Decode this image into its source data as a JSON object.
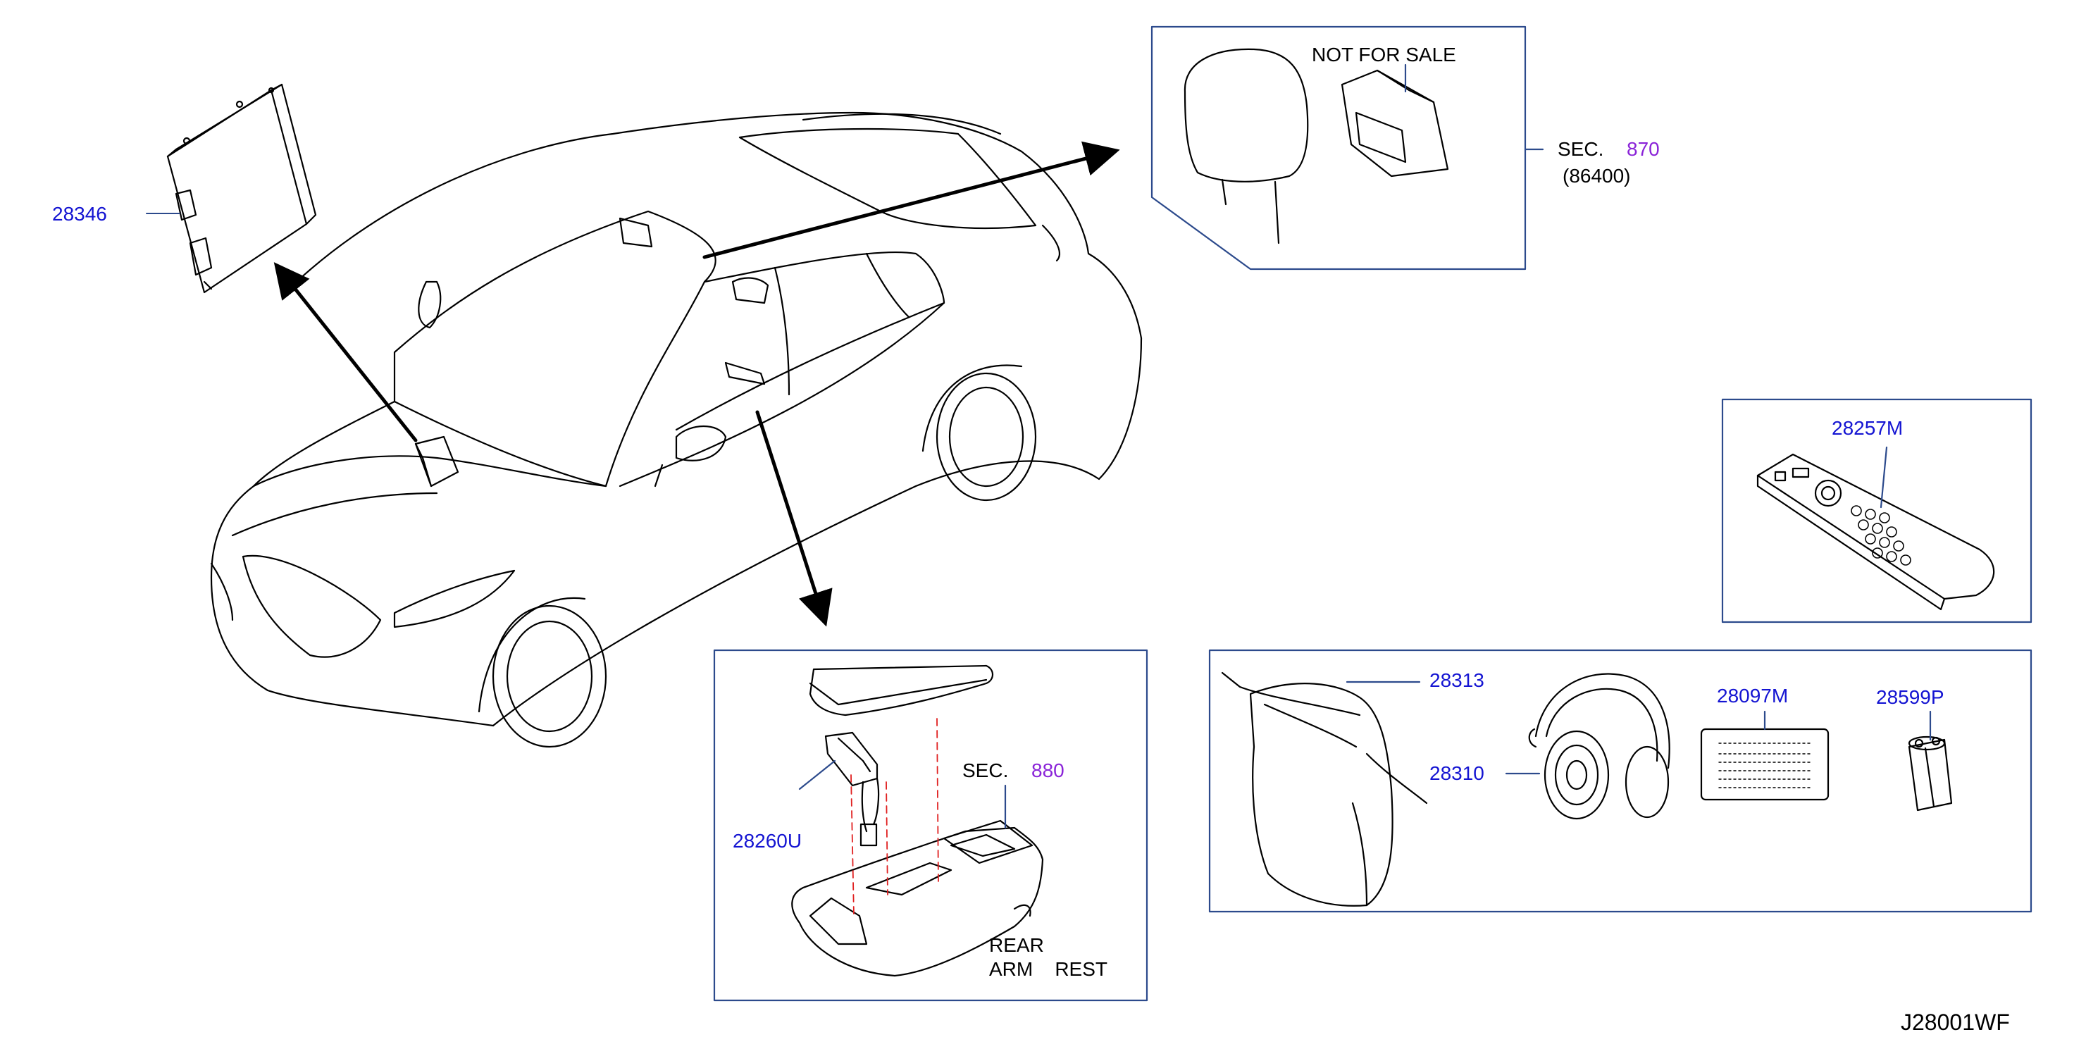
{
  "colors": {
    "part_number": "#1414d2",
    "section_ref": "#8a23d8",
    "frame": "#2c4a8c",
    "line_art": "#000000",
    "guide_dash": "#e02020"
  },
  "diagram_code": "J28001WF",
  "parts": {
    "p28346": "28346",
    "p28257M": "28257M",
    "p28313": "28313",
    "p28310": "28310",
    "p28097M": "28097M",
    "p28599P": "28599P",
    "p28260U": "28260U"
  },
  "headrest_panel": {
    "note": "NOT   FOR   SALE",
    "sec_prefix": "SEC.",
    "sec_number": "870",
    "sec_sub": "(86400)"
  },
  "armrest_panel": {
    "sec_prefix": "SEC.",
    "sec_number": "880",
    "caption_line1": "REAR",
    "caption_line2": "ARM    REST"
  }
}
